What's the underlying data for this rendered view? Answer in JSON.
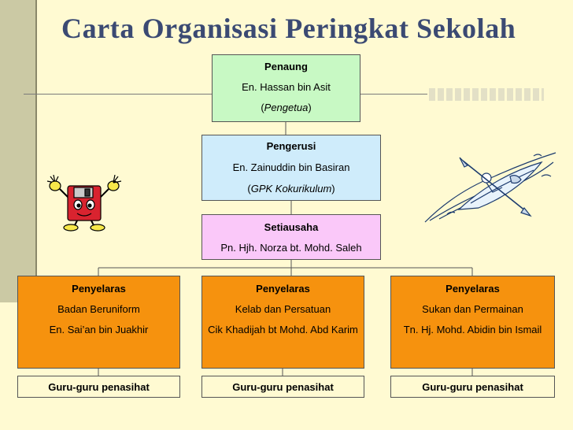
{
  "title": "Carta Organisasi Peringkat Sekolah",
  "root": {
    "role": "Penaung",
    "name": "En. Hassan bin Asit",
    "position": "Pengetua"
  },
  "chair": {
    "role": "Pengerusi",
    "name": "En. Zainuddin bin Basiran",
    "position": "GPK Kokurikulum"
  },
  "secretary": {
    "role": "Setiausaha",
    "name": "Pn. Hjh. Norza bt. Mohd. Saleh"
  },
  "coordinators": [
    {
      "role": "Penyelaras",
      "unit": "Badan Beruniform",
      "name": "En. Sai’an bin Juakhir"
    },
    {
      "role": "Penyelaras",
      "unit": "Kelab dan Persatuan",
      "name": "Cik Khadijah bt Mohd. Abd Karim"
    },
    {
      "role": "Penyelaras",
      "unit": "Sukan dan Permainan",
      "name": "Tn. Hj. Mohd. Abidin bin Ismail"
    }
  ],
  "advisors": [
    "Guru-guru penasihat",
    "Guru-guru penasihat",
    "Guru-guru penasihat"
  ],
  "colors": {
    "root": "#c8f9c4",
    "chair": "#cfecfb",
    "secretary": "#fac8f9",
    "coordinator": "#f6920e",
    "title": "#3b4a73",
    "background": "#fffad2"
  },
  "clipart": [
    "floppy-disk-mascot",
    "kayaker"
  ]
}
